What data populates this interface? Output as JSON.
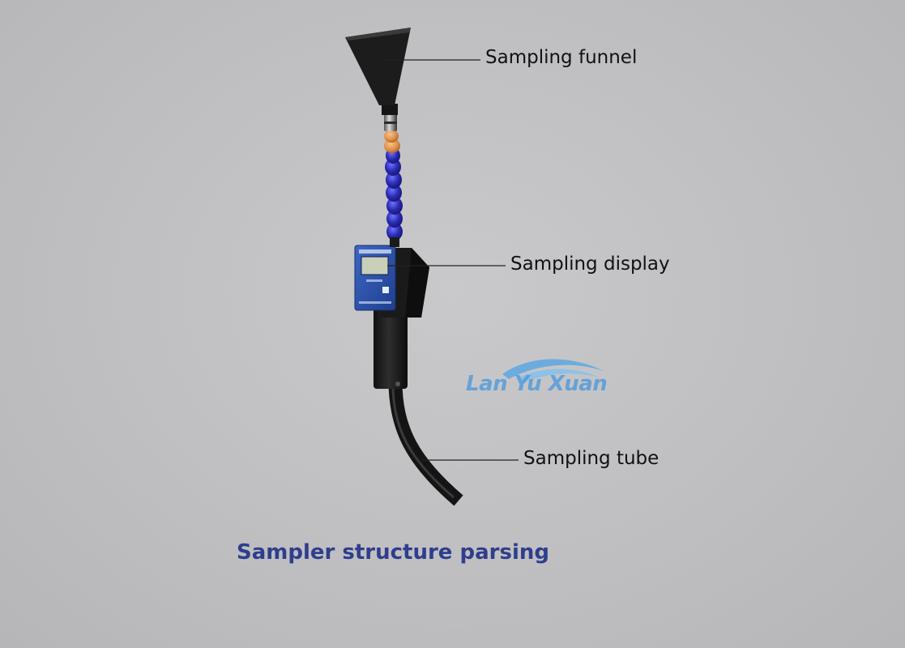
{
  "labels": {
    "funnel": "Sampling funnel",
    "display": "Sampling display",
    "tube": "Sampling tube"
  },
  "caption": "Sampler structure parsing",
  "watermark": "Lan Yu Xuan",
  "colors": {
    "caption": "#2f3e8c",
    "device_face": "#2a4fa6",
    "hose_segments": "#2a2bb3",
    "coupling": "#e0914a",
    "body": "#1b1b1b"
  }
}
